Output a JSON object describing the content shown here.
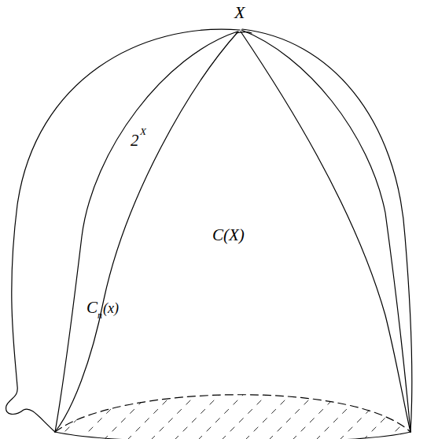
{
  "diagram": {
    "labels": [
      "X",
      "2",
      "X",
      "C",
      "n",
      "(x)",
      "C(X)"
    ]
  }
}
